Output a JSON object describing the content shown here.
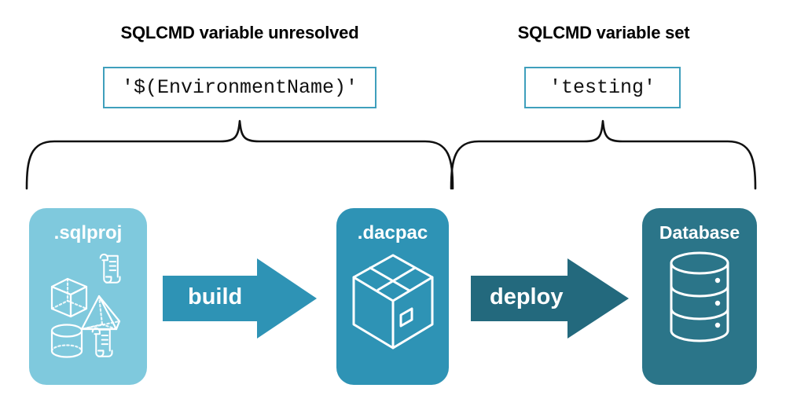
{
  "diagram": {
    "title_left": "SQLCMD variable unresolved",
    "title_right": "SQLCMD variable set",
    "value_left": "'$(EnvironmentName)'",
    "value_right": "'testing'",
    "cards": [
      {
        "label": ".sqlproj",
        "color": "#7fc9dd",
        "art": "project-contents-icon"
      },
      {
        "label": ".dacpac",
        "color": "#2e93b5",
        "art": "package-box-icon"
      },
      {
        "label": "Database",
        "color": "#2b7589",
        "art": "database-cylinder-icon"
      }
    ],
    "arrows": [
      {
        "label": "build",
        "color": "#2e93b5"
      },
      {
        "label": "deploy",
        "color": "#23697d"
      }
    ],
    "colors": {
      "light_teal": "#7fc9dd",
      "mid_teal": "#2e93b5",
      "dark_teal": "#2b7589",
      "deploy_teal": "#23697d",
      "box_border": "#3f9fbc",
      "background": "#ffffff",
      "text": "#000000",
      "icon_stroke": "#ffffff"
    }
  }
}
